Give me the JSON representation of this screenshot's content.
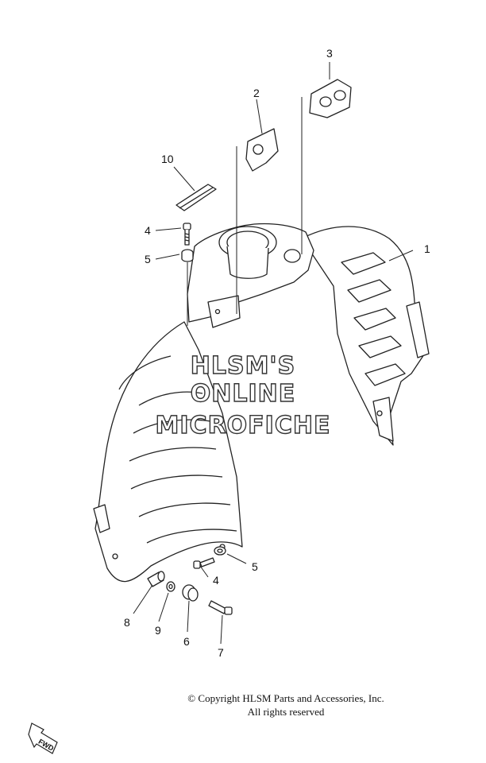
{
  "callouts": [
    {
      "id": "1",
      "label": "1"
    },
    {
      "id": "2",
      "label": "2"
    },
    {
      "id": "3",
      "label": "3"
    },
    {
      "id": "4a",
      "label": "4"
    },
    {
      "id": "5a",
      "label": "5"
    },
    {
      "id": "10",
      "label": "10"
    },
    {
      "id": "5b",
      "label": "5"
    },
    {
      "id": "4b",
      "label": "4"
    },
    {
      "id": "8",
      "label": "8"
    },
    {
      "id": "9",
      "label": "9"
    },
    {
      "id": "6",
      "label": "6"
    },
    {
      "id": "7",
      "label": "7"
    }
  ],
  "watermark": {
    "line1": "HLSM'S",
    "line2": "ONLINE",
    "line3": "MICROFICHE"
  },
  "copyright": {
    "line1": "© Copyright HLSM Parts and Accessories, Inc.",
    "line2": "All rights reserved"
  },
  "fwd_badge": {
    "label": "FWD"
  }
}
